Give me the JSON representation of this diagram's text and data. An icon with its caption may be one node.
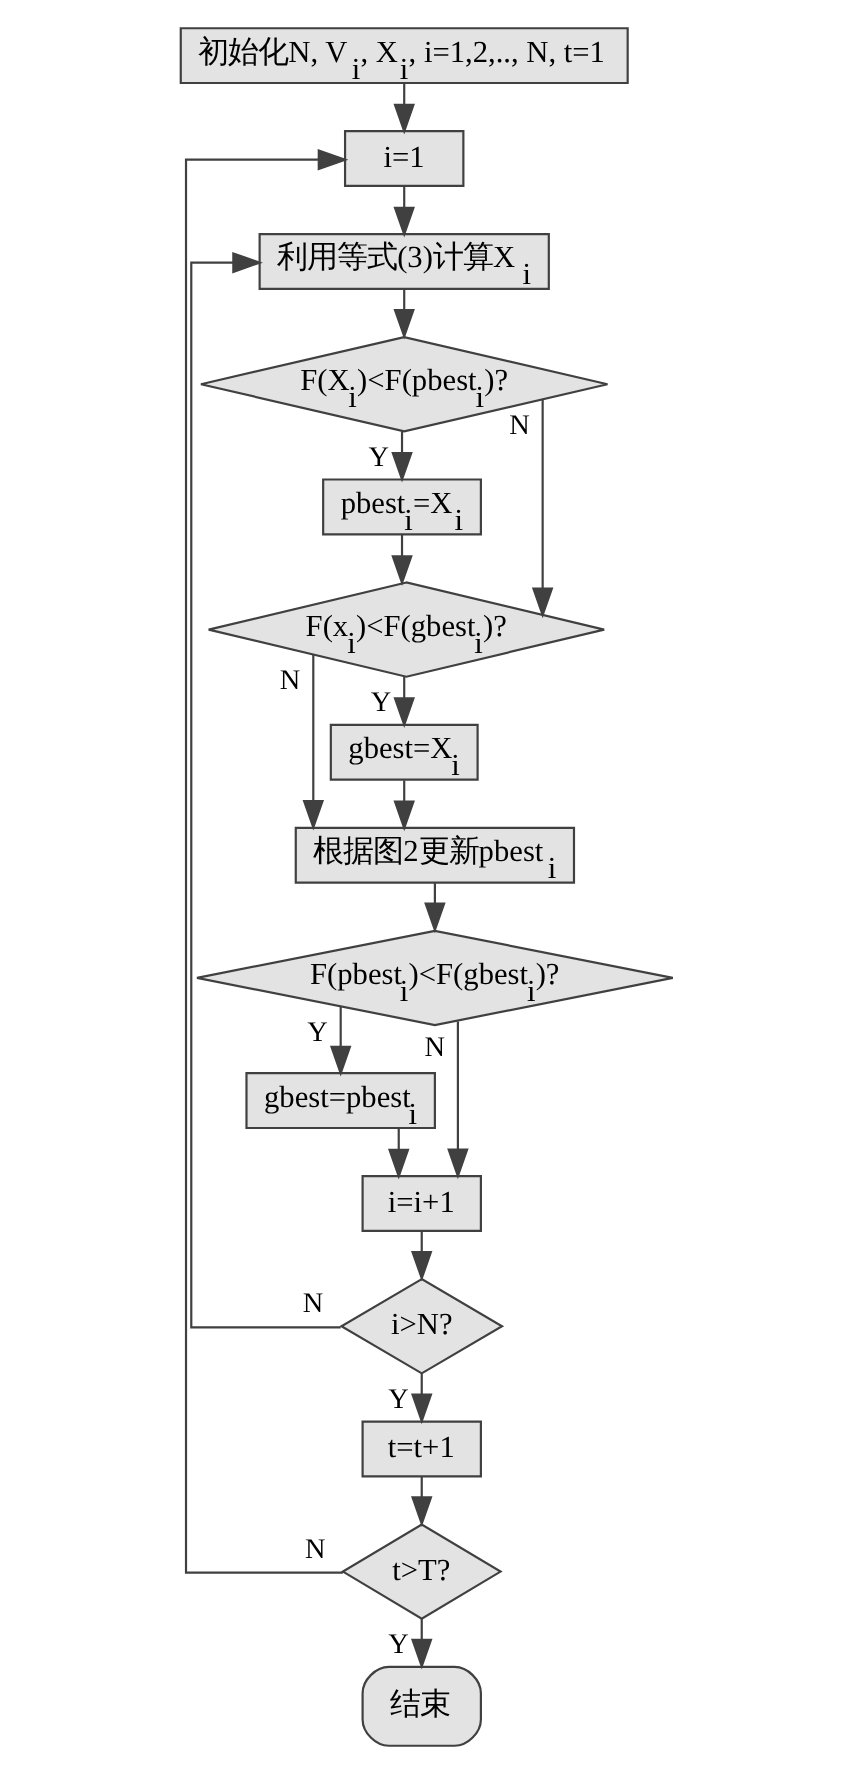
{
  "diagram": {
    "nodes": [
      {
        "text": [
          "初始化N, V$_{i}$, X$_{i}$, i=1,2,.., N, t=1"
        ]
      },
      {
        "text": [
          "i=1"
        ]
      },
      {
        "text": [
          "利用等式(3)计算X$_{i}$"
        ]
      },
      {
        "text": [
          "F(X$_{i}$)<F(pbest$_{i}$)?"
        ]
      },
      {
        "text": [
          "pbest$_{i}$=X$_{i}$"
        ]
      },
      {
        "text": [
          "F(x$_{i}$)<F(gbest$_{i}$)?"
        ]
      },
      {
        "text": [
          "gbest=X$_{i}$"
        ]
      },
      {
        "text": [
          "根据图2更新pbest$_{i}$"
        ]
      },
      {
        "text": [
          "F(pbest$_{i}$)<F(gbest$_{i}$)?"
        ]
      },
      {
        "text": [
          "gbest=pbest$_{i}$"
        ]
      },
      {
        "text": [
          "i=i+1"
        ]
      },
      {
        "text": [
          "i>N?"
        ]
      },
      {
        "text": [
          "t=t+1"
        ]
      },
      {
        "text": [
          "t>T?"
        ]
      },
      {
        "text": [
          "结束"
        ]
      }
    ],
    "edges": [
      {
        "from": 0,
        "to": 1,
        "arrow": "to"
      },
      {
        "from": 1,
        "to": 2,
        "arrow": "to"
      },
      {
        "from": 2,
        "to": 3,
        "arrow": "to"
      },
      {
        "from": 3,
        "to": 4,
        "arrow": "to",
        "label": "Y"
      },
      {
        "from": 3,
        "to": 5,
        "arrow": "to",
        "label": "N"
      },
      {
        "from": 4,
        "to": 5,
        "arrow": "to"
      },
      {
        "from": 5,
        "to": 6,
        "arrow": "to",
        "label": "Y"
      },
      {
        "from": 5,
        "to": 7,
        "arrow": "to",
        "label": "N"
      },
      {
        "from": 6,
        "to": 7,
        "arrow": "to"
      },
      {
        "from": 7,
        "to": 8,
        "arrow": "to"
      },
      {
        "from": 8,
        "to": 9,
        "arrow": "to",
        "label": "Y"
      },
      {
        "from": 8,
        "to": 10,
        "arrow": "to",
        "label": "N"
      },
      {
        "from": 9,
        "to": 10,
        "arrow": "to"
      },
      {
        "from": 10,
        "to": 11,
        "arrow": "to"
      },
      {
        "from": 11,
        "to": 2,
        "arrow": "to",
        "label": "N"
      },
      {
        "from": 11,
        "to": 12,
        "arrow": "to",
        "label": "Y"
      },
      {
        "from": 12,
        "to": 13,
        "arrow": "to"
      },
      {
        "from": 13,
        "to": 1,
        "arrow": "to",
        "label": "N"
      },
      {
        "from": 13,
        "to": 14,
        "arrow": "to",
        "label": "Y"
      }
    ]
  }
}
